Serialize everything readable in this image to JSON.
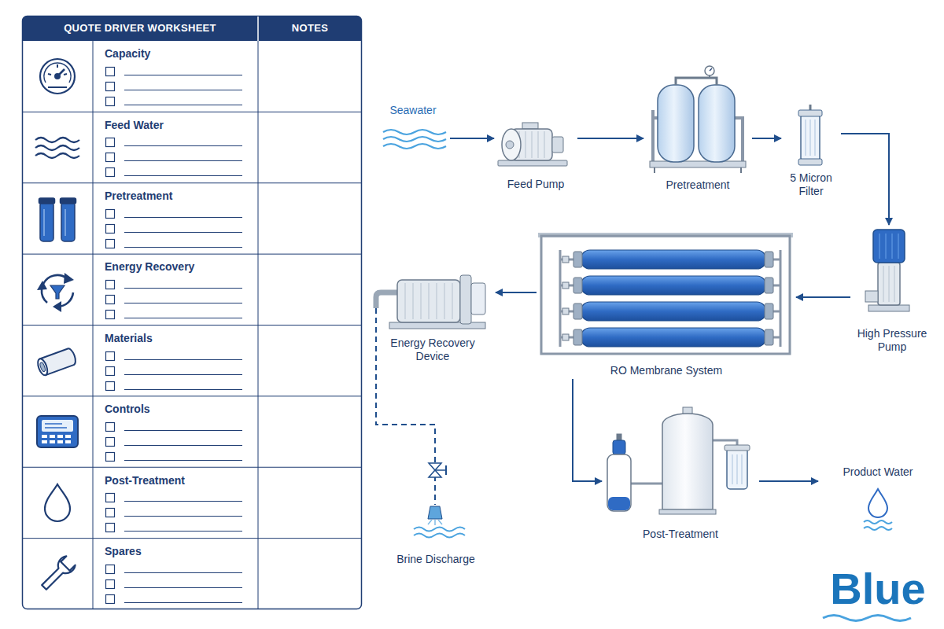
{
  "diagram": {
    "nodes": [
      {
        "text": [
          "Seawater"
        ]
      },
      {
        "text": [
          "Feed Pump"
        ]
      },
      {
        "text": [
          "Pretreatment"
        ]
      },
      {
        "text": [
          "5 Micron Filter"
        ]
      },
      {
        "text": [
          "High Pressure Pump"
        ]
      },
      {
        "text": [
          "Energy Recovery Device"
        ]
      },
      {
        "text": [
          "RO Membrane System"
        ]
      },
      {
        "text": [
          "Post-Treatment"
        ]
      },
      {
        "text": [
          "Product Water"
        ]
      },
      {
        "text": [
          "Brine Discharge"
        ]
      }
    ],
    "edges": [
      {
        "from": 0,
        "to": 1,
        "arrow": "to"
      },
      {
        "from": 1,
        "to": 2,
        "arrow": "to"
      },
      {
        "from": 2,
        "to": 3,
        "arrow": "to"
      },
      {
        "from": 3,
        "to": 4,
        "arrow": "to"
      },
      {
        "from": 4,
        "to": 6,
        "arrow": "to"
      },
      {
        "from": 6,
        "to": 5,
        "arrow": "to"
      },
      {
        "from": 5,
        "to": 9,
        "arrow": "none"
      },
      {
        "from": 6,
        "to": 7,
        "arrow": "to"
      },
      {
        "from": 7,
        "to": 8,
        "arrow": "to"
      }
    ],
    "labels": [
      "QUOTE DRIVER WORKSHEET",
      "NOTES",
      "Capacity",
      "Feed Water",
      "Pretreatment",
      "Energy Recovery",
      "Materials",
      "Controls",
      "Post-Treatment",
      "Spares",
      "Blue"
    ]
  }
}
